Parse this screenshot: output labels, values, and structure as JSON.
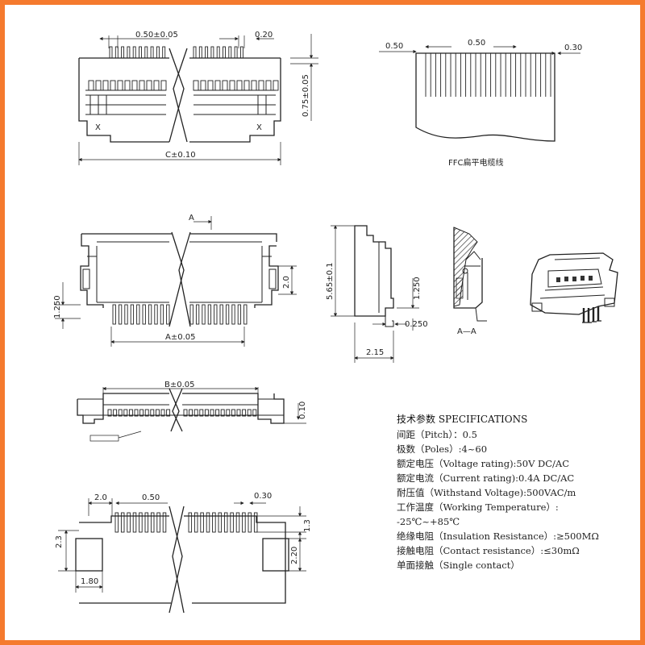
{
  "dimensions": {
    "top_pitch": "0.50±0.05",
    "top_pin_width": "0.20",
    "top_height": "0.75±0.05",
    "top_c": "C±0.10",
    "top_x_left": "X",
    "top_x_right": "X",
    "ffc_left": "0.50",
    "ffc_mid": "0.50",
    "ffc_right": "0.30",
    "ffc_label": "FFC扁平电缆线",
    "front_a_top": "A",
    "front_a": "A±0.05",
    "front_left_h": "1.250",
    "front_right_h": "2.0",
    "side_h": "5.65±0.1",
    "side_lead": "1.250",
    "side_thick": "0.250",
    "side_w": "2.15",
    "section_label": "A—A",
    "bottom_b": "B±0.05",
    "bottom_r": "0.10",
    "pcb_w1": "2.0",
    "pcb_pitch": "0.50",
    "pcb_pad": "0.30",
    "pcb_h": "2.3",
    "pcb_pad_h": "1.3",
    "pcb_right_h": "2.20",
    "pcb_w2": "1.80"
  },
  "specs": {
    "title": "技术参数 SPECIFICATIONS",
    "pitch": "间距（Pitch）：0.5",
    "poles": "极数（Poles）:4~60",
    "voltage": "额定电压（Voltage rating):50V DC/AC",
    "current": "额定电流（Current rating):0.4A DC/AC",
    "withstand": "耐压值（Withstand Voltage):500VAC/m",
    "temp": "工作温度（Working Temperature）:",
    "temp_range": "-25℃~+85℃",
    "insulation": "绝缘电阻（Insulation Resistance）:≥500MΩ",
    "contact": "接触电阻（Contact  resistance）:≤30mΩ",
    "single": "单面接触（Single contact）"
  }
}
